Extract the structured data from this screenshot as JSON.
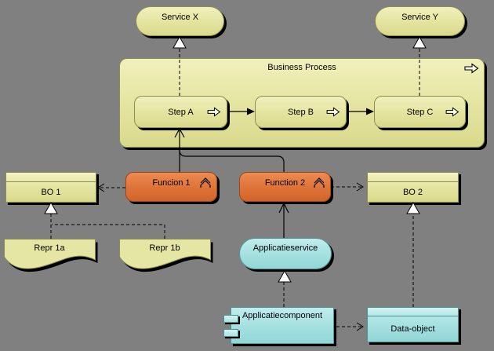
{
  "diagram": {
    "background_color": "#808080",
    "nodes": {
      "service_x": "Service X",
      "service_y": "Service Y",
      "business_process": "Business Process",
      "step_a": "Step A",
      "step_b": "Step B",
      "step_c": "Step C",
      "funcion_1": "Funcion 1",
      "function_2": "Function 2",
      "bo_1": "BO 1",
      "bo_2": "BO 2",
      "repr_1a": "Repr 1a",
      "repr_1b": "Repr 1b",
      "applicatieservice": "Applicatieservice",
      "applicatiecomponent": "Applicatiecomponent",
      "data_object": "Data-object"
    },
    "colors": {
      "business_fill": "#E6E6A4",
      "business_border": "#8C8C55",
      "function_fill": "#E0763B",
      "function_border": "#9E4710",
      "application_fill": "#A9E2E2",
      "application_border": "#4E9494",
      "connector": "#000000",
      "realization_triangle_fill": "#FFFFFF",
      "shadow": "#000000"
    }
  }
}
